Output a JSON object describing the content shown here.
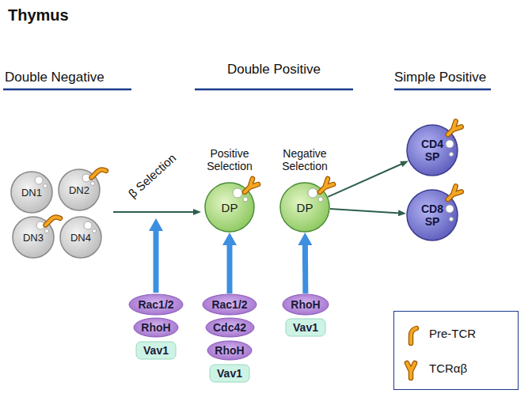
{
  "diagram": {
    "title": "Thymus",
    "nodes": [
      {
        "text": [
          "DN1"
        ]
      },
      {
        "text": [
          "DN2"
        ]
      },
      {
        "text": [
          "DN3"
        ]
      },
      {
        "text": [
          "DN4"
        ]
      },
      {
        "text": [
          "Positive Selection",
          "DP"
        ]
      },
      {
        "text": [
          "Negative Selection",
          "DP"
        ]
      },
      {
        "text": [
          "CD4 SP"
        ]
      },
      {
        "text": [
          "CD8 SP"
        ]
      },
      {
        "text": [
          "Rac1/2"
        ]
      },
      {
        "text": [
          "RhoH"
        ]
      },
      {
        "text": [
          "Vav1"
        ]
      },
      {
        "text": [
          "Rac1/2"
        ]
      },
      {
        "text": [
          "Cdc42"
        ]
      },
      {
        "text": [
          "RhoH"
        ]
      },
      {
        "text": [
          "Vav1"
        ]
      },
      {
        "text": [
          "RhoH"
        ]
      },
      {
        "text": [
          "Vav1"
        ]
      }
    ],
    "edges": [
      {
        "from": 11,
        "to": 4,
        "arrow": "to"
      },
      {
        "from": 15,
        "to": 5,
        "arrow": "to"
      },
      {
        "from": 5,
        "to": 6,
        "arrow": "to"
      },
      {
        "from": 5,
        "to": 7,
        "arrow": "to"
      }
    ],
    "labels": [
      "Double Negative",
      "Double Positive",
      "Simple Positive",
      "β Selection"
    ],
    "legend": [
      {
        "text": "Pre-TCR"
      },
      {
        "text": "TCRαβ"
      }
    ]
  }
}
